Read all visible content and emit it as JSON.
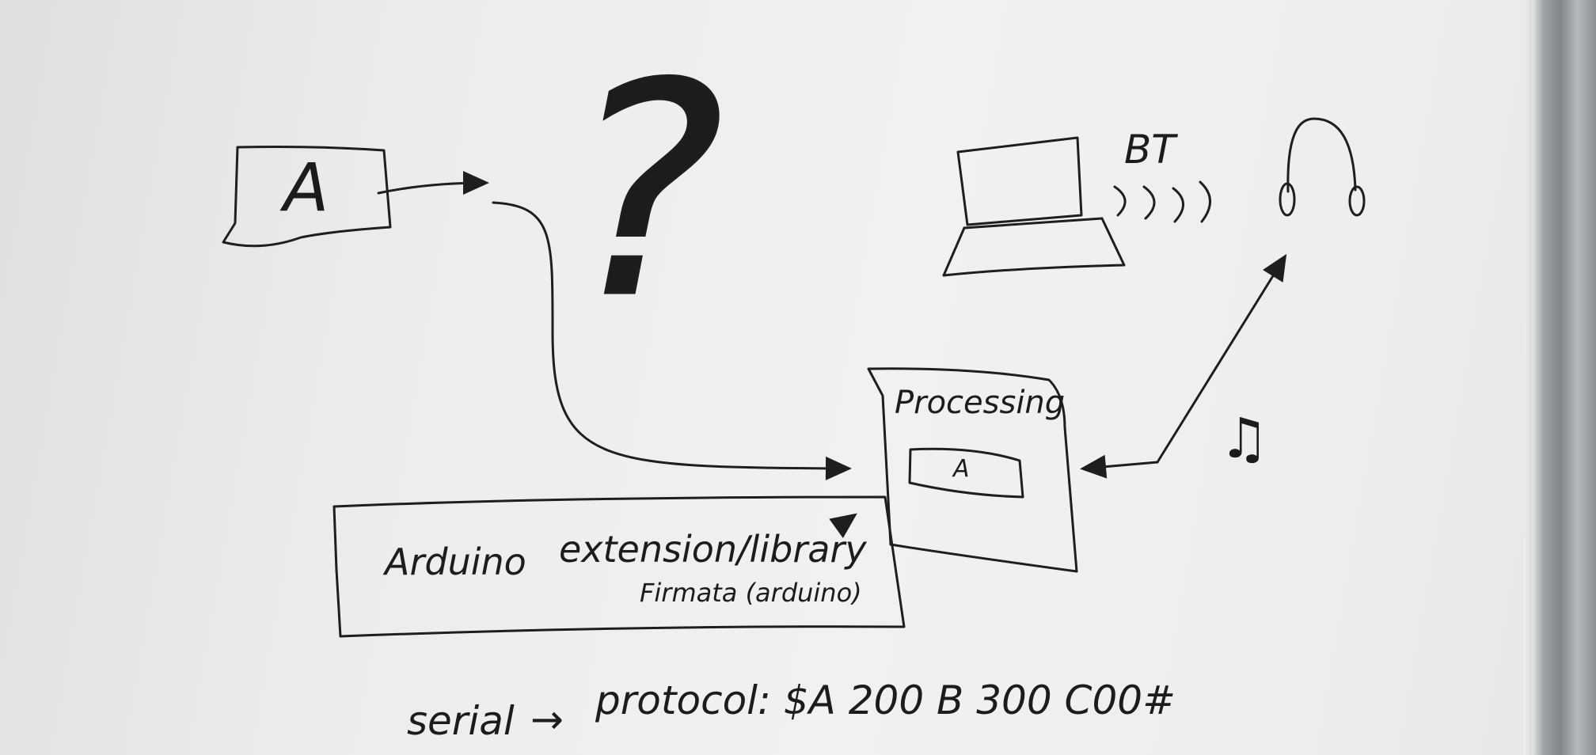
{
  "whiteboard": {
    "box_a_label": "A",
    "question_mark": "?",
    "bt_label": "BT",
    "processing_label": "Processing",
    "processing_inner_label": "A",
    "arduino_label": "Arduino",
    "extension_label": "extension/library",
    "firmata_label": "Firmata (arduino)",
    "serial_line": {
      "serial": "serial",
      "arrow": "→",
      "protocol": "protocol: $A 200 B 300 C00#"
    },
    "music_note": "♫"
  }
}
